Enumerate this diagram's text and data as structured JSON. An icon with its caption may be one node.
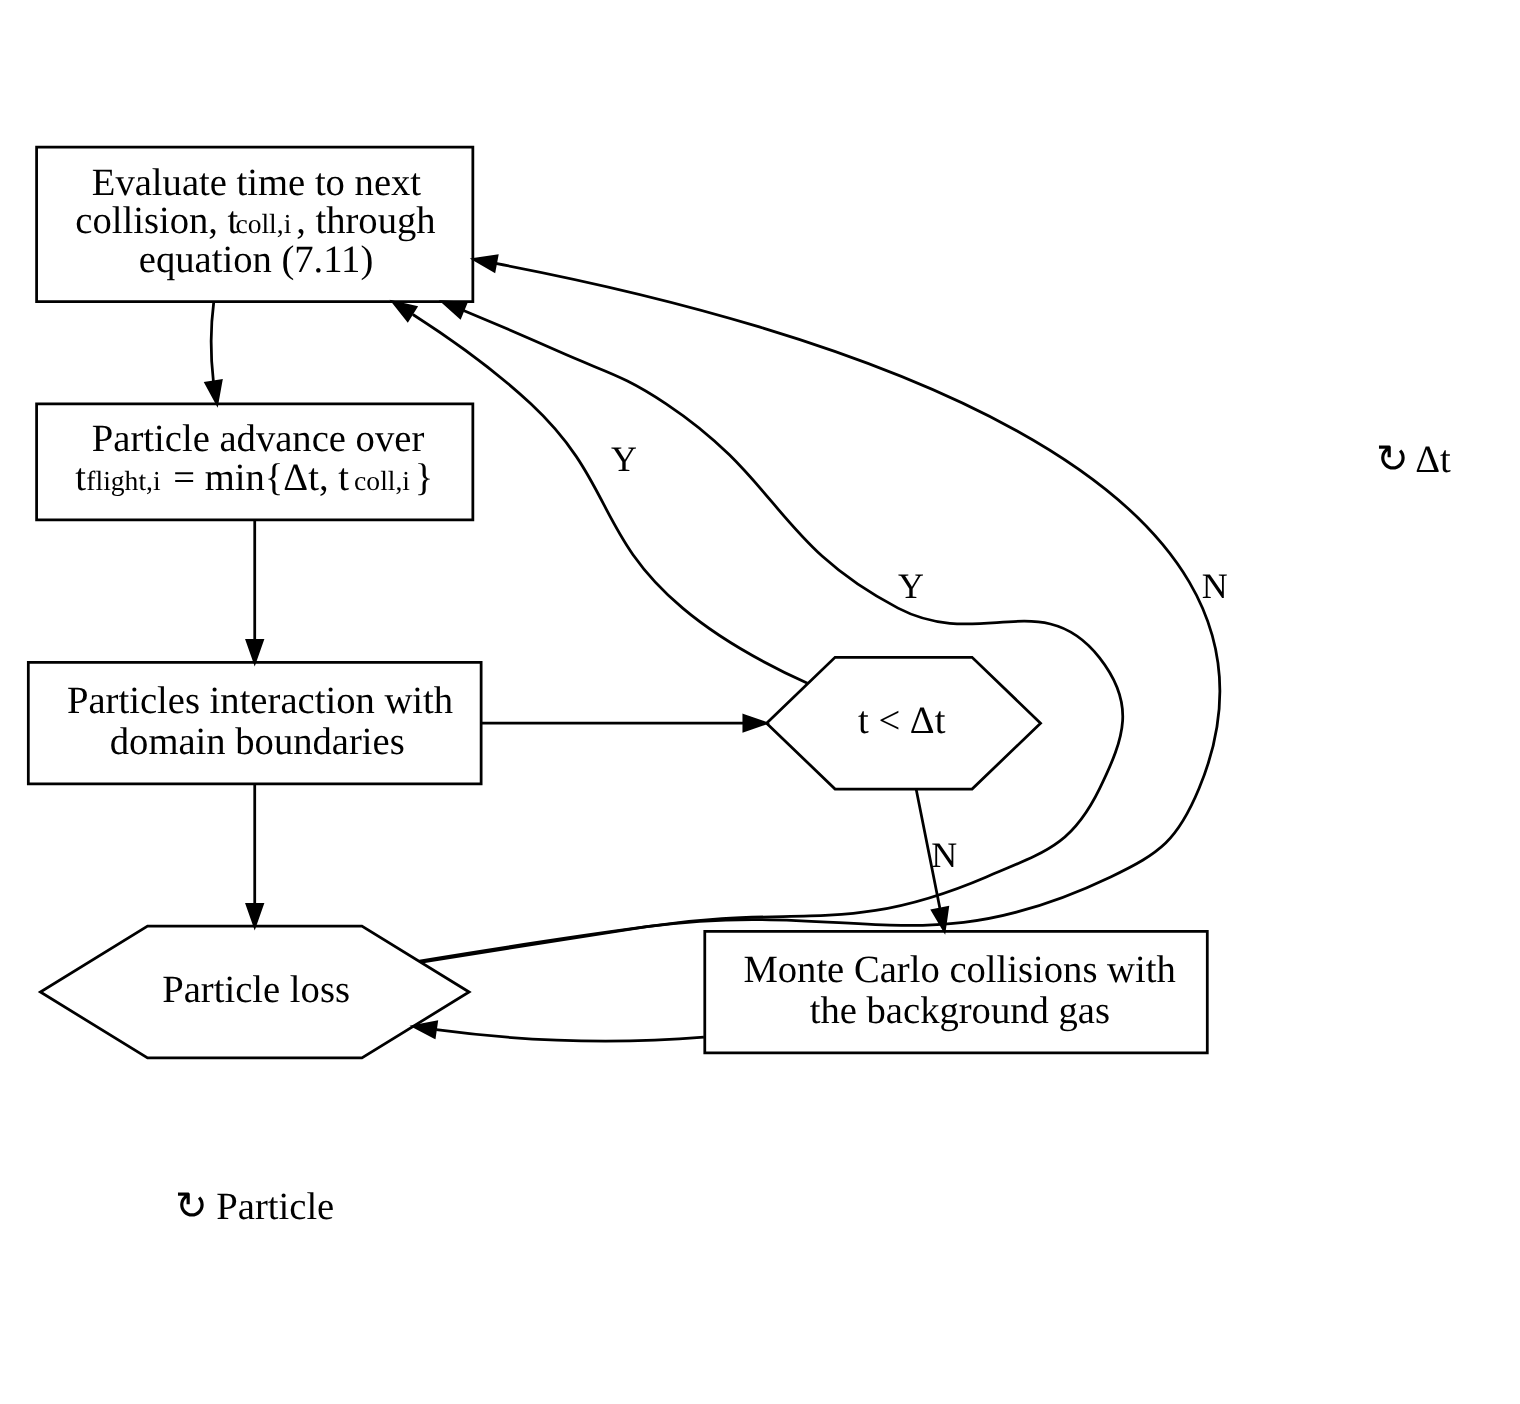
{
  "diagram": {
    "nodes": [
      {
        "text": [
          "Evaluate time to next collision, t$_{coll,i}$, through equation (7.11)"
        ]
      },
      {
        "text": [
          "Particle advance over t$_{flight,i}$ = min{Δt, t$_{coll,i}$}"
        ]
      },
      {
        "text": [
          "Particles interaction with domain boundaries"
        ]
      },
      {
        "text": [
          "t < Δt"
        ]
      },
      {
        "text": [
          "Monte Carlo collisions with the background gas"
        ]
      },
      {
        "text": [
          "Particle loss"
        ]
      }
    ],
    "edges": [
      {
        "from": 5,
        "to": 0,
        "arrow": "to",
        "label": "Y"
      },
      {
        "from": 5,
        "to": 0,
        "arrow": "to",
        "label": "N"
      },
      {
        "from": 0,
        "to": 1,
        "arrow": "to"
      },
      {
        "from": 1,
        "to": 2,
        "arrow": "to"
      },
      {
        "from": 2,
        "to": 3,
        "arrow": "to"
      },
      {
        "from": 2,
        "to": 5,
        "arrow": "to"
      },
      {
        "from": 3,
        "to": 0,
        "arrow": "to",
        "label": "Y"
      },
      {
        "from": 3,
        "to": 4,
        "arrow": "to",
        "label": "N"
      },
      {
        "from": 4,
        "to": 5,
        "arrow": "to"
      }
    ],
    "labels": [
      "↻ Δt",
      "↻ Particle"
    ]
  }
}
